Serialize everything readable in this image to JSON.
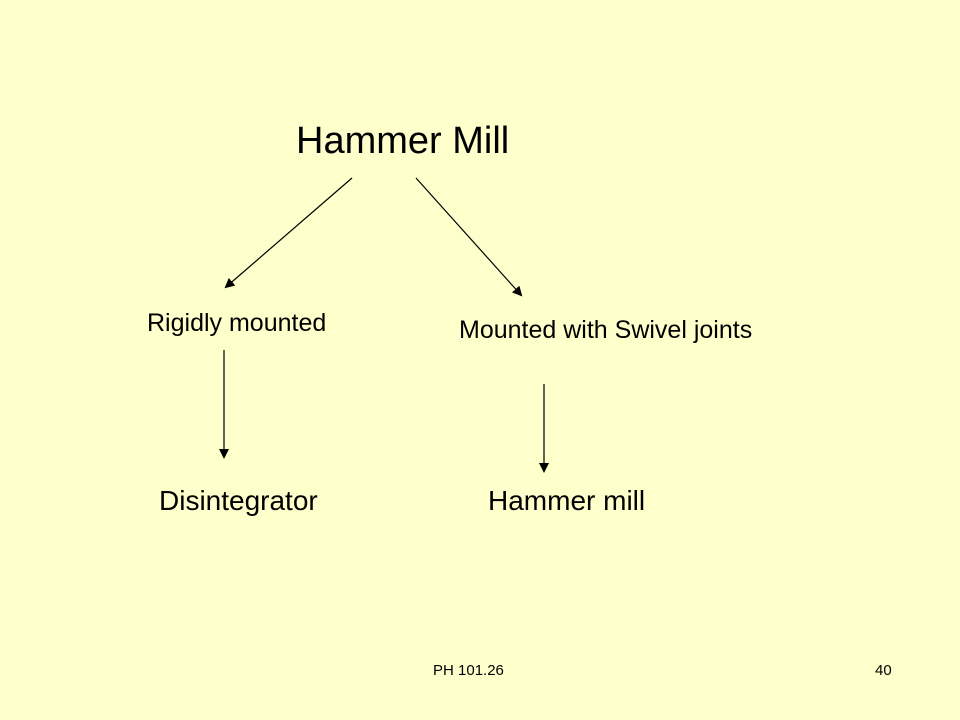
{
  "title": "Hammer Mill",
  "branches": [
    {
      "label": "Rigidly mounted",
      "leaf": "Disintegrator"
    },
    {
      "label": "Mounted with Swivel joints",
      "leaf": "Hammer mill"
    }
  ],
  "footer": {
    "course": "PH 101.26",
    "page_number": "40"
  },
  "colors": {
    "background": "#FFFFCC",
    "text": "#000000",
    "arrow": "#000000"
  }
}
